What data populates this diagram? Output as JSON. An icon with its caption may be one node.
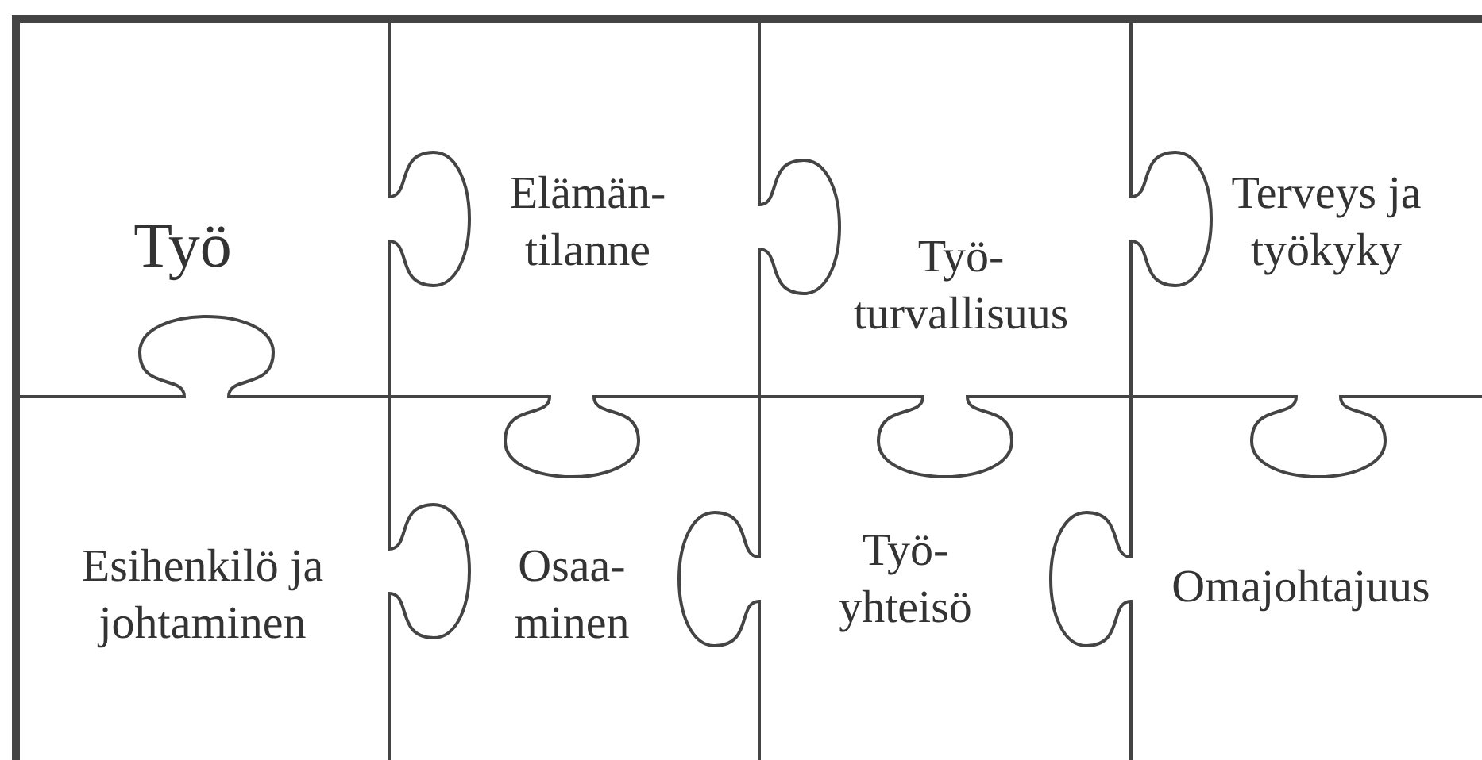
{
  "diagram": {
    "nodes": [
      {
        "text": [
          "Työ"
        ]
      },
      {
        "text": [
          "Elämän- tilanne"
        ]
      },
      {
        "text": [
          "Työ- turvallisuus"
        ]
      },
      {
        "text": [
          "Terveys ja työkyky"
        ]
      },
      {
        "text": [
          "Esihenkilö ja johtaminen"
        ]
      },
      {
        "text": [
          "Osaa- minen"
        ]
      },
      {
        "text": [
          "Työ- yhteisö"
        ]
      },
      {
        "text": [
          "Omajohtajuus"
        ]
      }
    ]
  }
}
